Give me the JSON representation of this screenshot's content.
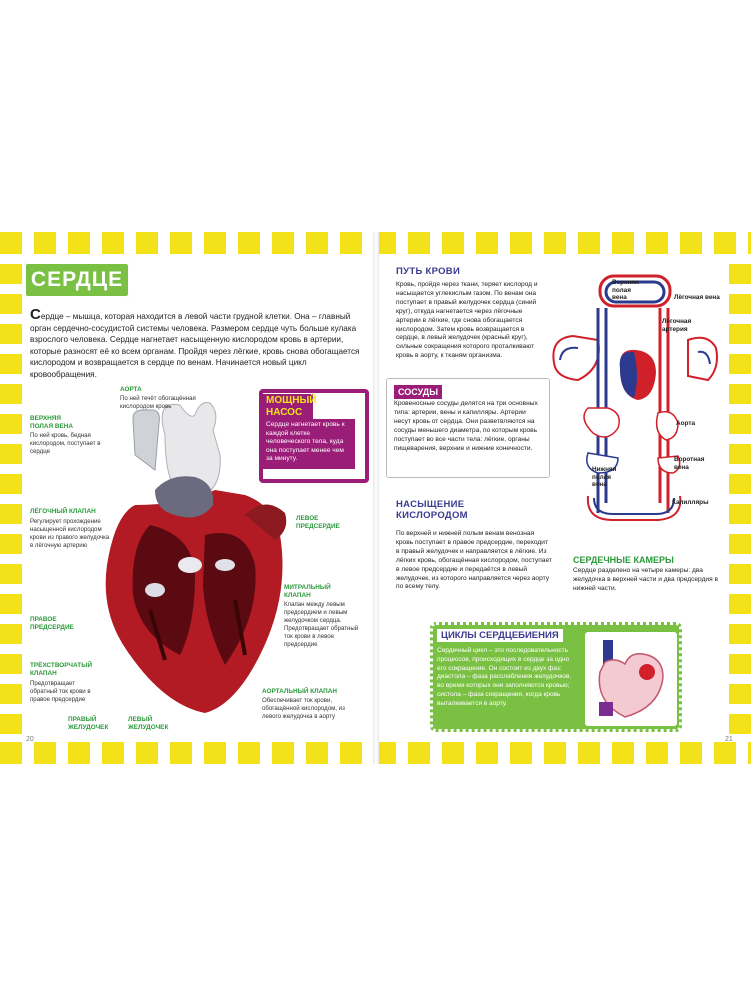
{
  "left": {
    "title": "СЕРДЦЕ",
    "intro_dropcap": "С",
    "intro": "ердце – мышца, которая находится в левой части грудной клетки. Она – главный орган сердечно-сосудистой системы человека. Размером сердце чуть больше кулака взрослого человека. Сердце нагнетает насыщенную кислородом кровь в артерии, которые разносят её ко всем органам. Пройдя через лёгкие, кровь снова обогащается кислородом и возвращается в сердце по венам. Начинается новый цикл кровообращения.",
    "labels": {
      "aorta": "АОРТА",
      "aorta_note": "По ней течёт обогащённая кислородом кровь",
      "svc": "ВЕРХНЯЯ ПОЛАЯ ВЕНА",
      "svc_note": "По ней кровь, бедная кислородом, поступает в сердце",
      "pulm_valve": "ЛЁГОЧНЫЙ КЛАПАН",
      "pulm_valve_note": "Регулирует прохождение насыщенной кислородом крови из правого желудочка в лёгочную артерию",
      "left_atrium": "ЛЕВОЕ ПРЕДСЕРДИЕ",
      "mitral": "МИТРАЛЬНЫЙ КЛАПАН",
      "mitral_note": "Клапан между левым предсердием и левым желудочком сердца. Предотвращает обратный ток крови в левое предсердие",
      "right_atrium": "ПРАВОЕ ПРЕДСЕРДИЕ",
      "tricuspid": "ТРЁХСТВОРЧАТЫЙ КЛАПАН",
      "tricuspid_note": "Предотвращает обратный ток крови в правое предсердие",
      "aortic_valve": "АОРТАЛЬНЫЙ КЛАПАН",
      "aortic_valve_note": "Обеспечивает ток крови, обогащённой кислородом, из левого желудочка в аорту",
      "right_ventricle": "ПРАВЫЙ ЖЕЛУДОЧЕК",
      "left_ventricle": "ЛЕВЫЙ ЖЕЛУДОЧЕК"
    },
    "pump_title": "МОЩНЫЙ НАСОС",
    "pump_text": "Сердце нагнетает кровь к каждой клетке человеческого тела, куда она поступает менее чем за минуту.",
    "page_number": "20"
  },
  "right": {
    "path_title": "ПУТЬ КРОВИ",
    "path_text": "Кровь, пройдя через ткани, теряет кислород и насыщается углекислым газом. По венам она поступает в правый желудочек сердца (синий круг), откуда нагнетается через лёгочные артерии в лёгкие, где снова обогащается кислородом. Затем кровь возвращается в сердце, в левый желудочек (красный круг), сильные сокращения которого проталкивают кровь в аорту, к тканям организма.",
    "vessels_title": "СОСУДЫ",
    "vessels_text": "Кровеносные сосуды делятся на три основных типа: артерии, вены и капилляры. Артерии несут кровь от сердца. Они разветвляются на сосуды меньшего диаметра, по которым кровь поступает во все части тела: лёгкие, органы пищеварения, верхние и нижние конечности.",
    "saturation_title": "НАСЫЩЕНИЕ КИСЛОРОДОМ",
    "saturation_text": "По верхней и нижней полым венам венозная кровь поступает в правое предсердие, переходит в правый желудочек и направляется в лёгкие. Из лёгких кровь, обогащённая кислородом, поступает в левое предсердие и передаётся в левый желудочек, из которого направляется через аорту по всему телу.",
    "chambers_title": "СЕРДЕЧНЫЕ КАМЕРЫ",
    "chambers_text": "Сердце разделено на четыре камеры: два желудочка в верхней части и два предсердия в нижней части.",
    "cycle_title": "ЦИКЛЫ СЕРДЦЕБИЕНИЯ",
    "cycle_text": "Сердечный цикл – это последовательность процессов, происходящих в сердце за одно его сокращение. Он состоит из двух фаз: диастола – фаза расслабления желудочков, во время которых они заполняются кровью; систола – фаза сокращения, когда кровь выталкивается в аорту.",
    "diagram_labels": {
      "svc": "Верхняя полая вена",
      "pulm_vein": "Лёгочная вена",
      "pulm_artery": "Лёгочная артерия",
      "aorta": "Аорта",
      "portal": "Воротная вена",
      "ivc": "Нижняя полая вена",
      "capillaries": "Капилляры"
    },
    "page_number": "21"
  },
  "colors": {
    "accent_yellow": "#f3e21a",
    "green": "#7ac143",
    "purple": "#9a1e78",
    "navy": "#3b3b8f",
    "red": "#d0202a",
    "blue": "#2b3a8f"
  }
}
